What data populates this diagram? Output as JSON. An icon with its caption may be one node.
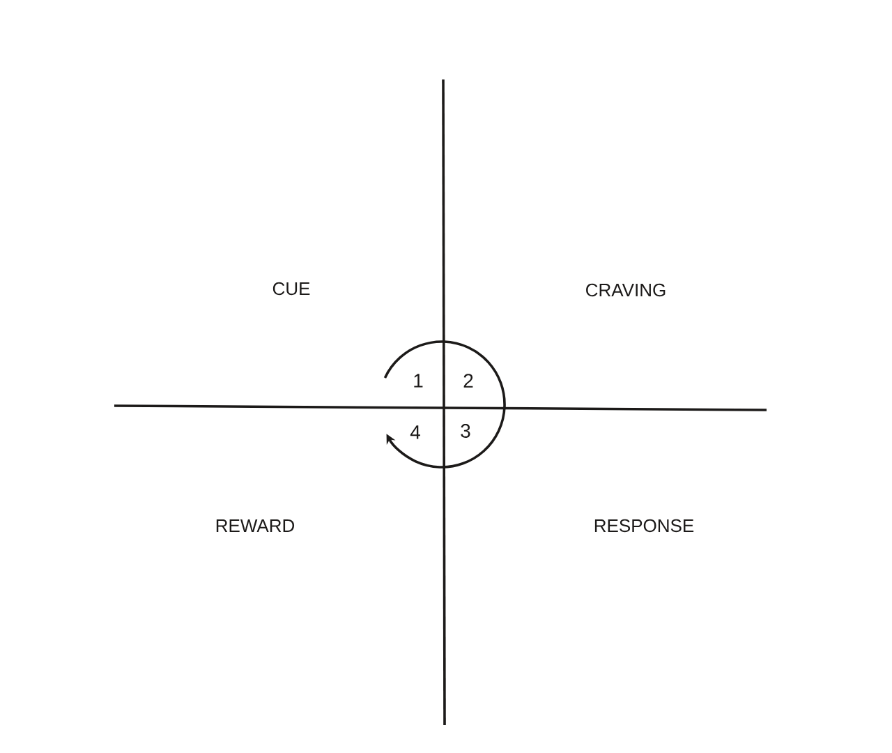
{
  "diagram": {
    "labels": [
      "CUE",
      "CRAVING",
      "1",
      "2",
      "4",
      "3",
      "REWARD",
      "RESPONSE"
    ]
  }
}
